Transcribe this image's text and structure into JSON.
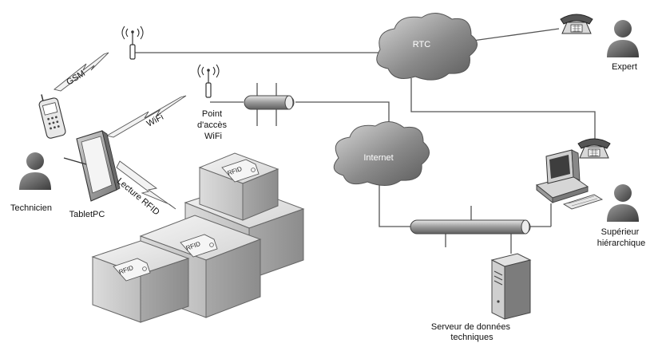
{
  "labels": {
    "gsm": "GSM",
    "wifi": "WiFi",
    "point_acces": [
      "Point",
      "d'accès",
      "WiFi"
    ],
    "rtc": "RTC",
    "internet": "Internet",
    "expert": "Expert",
    "technicien": "Technicien",
    "tabletpc": "TabletPC",
    "lecture_rfid": "Lecture RFID",
    "superieur": [
      "Supérieur",
      "hiérarchique"
    ],
    "serveur": [
      "Serveur de données",
      "techniques"
    ],
    "rfid_tag": "RFID"
  },
  "icons": [
    "antenna-icon",
    "cloud-icon",
    "phone-icon",
    "person-icon",
    "mobile-phone-icon",
    "tablet-icon",
    "lightning-icon",
    "box-icon",
    "rfid-tag-icon",
    "network-bus-icon",
    "computer-icon",
    "server-icon"
  ]
}
